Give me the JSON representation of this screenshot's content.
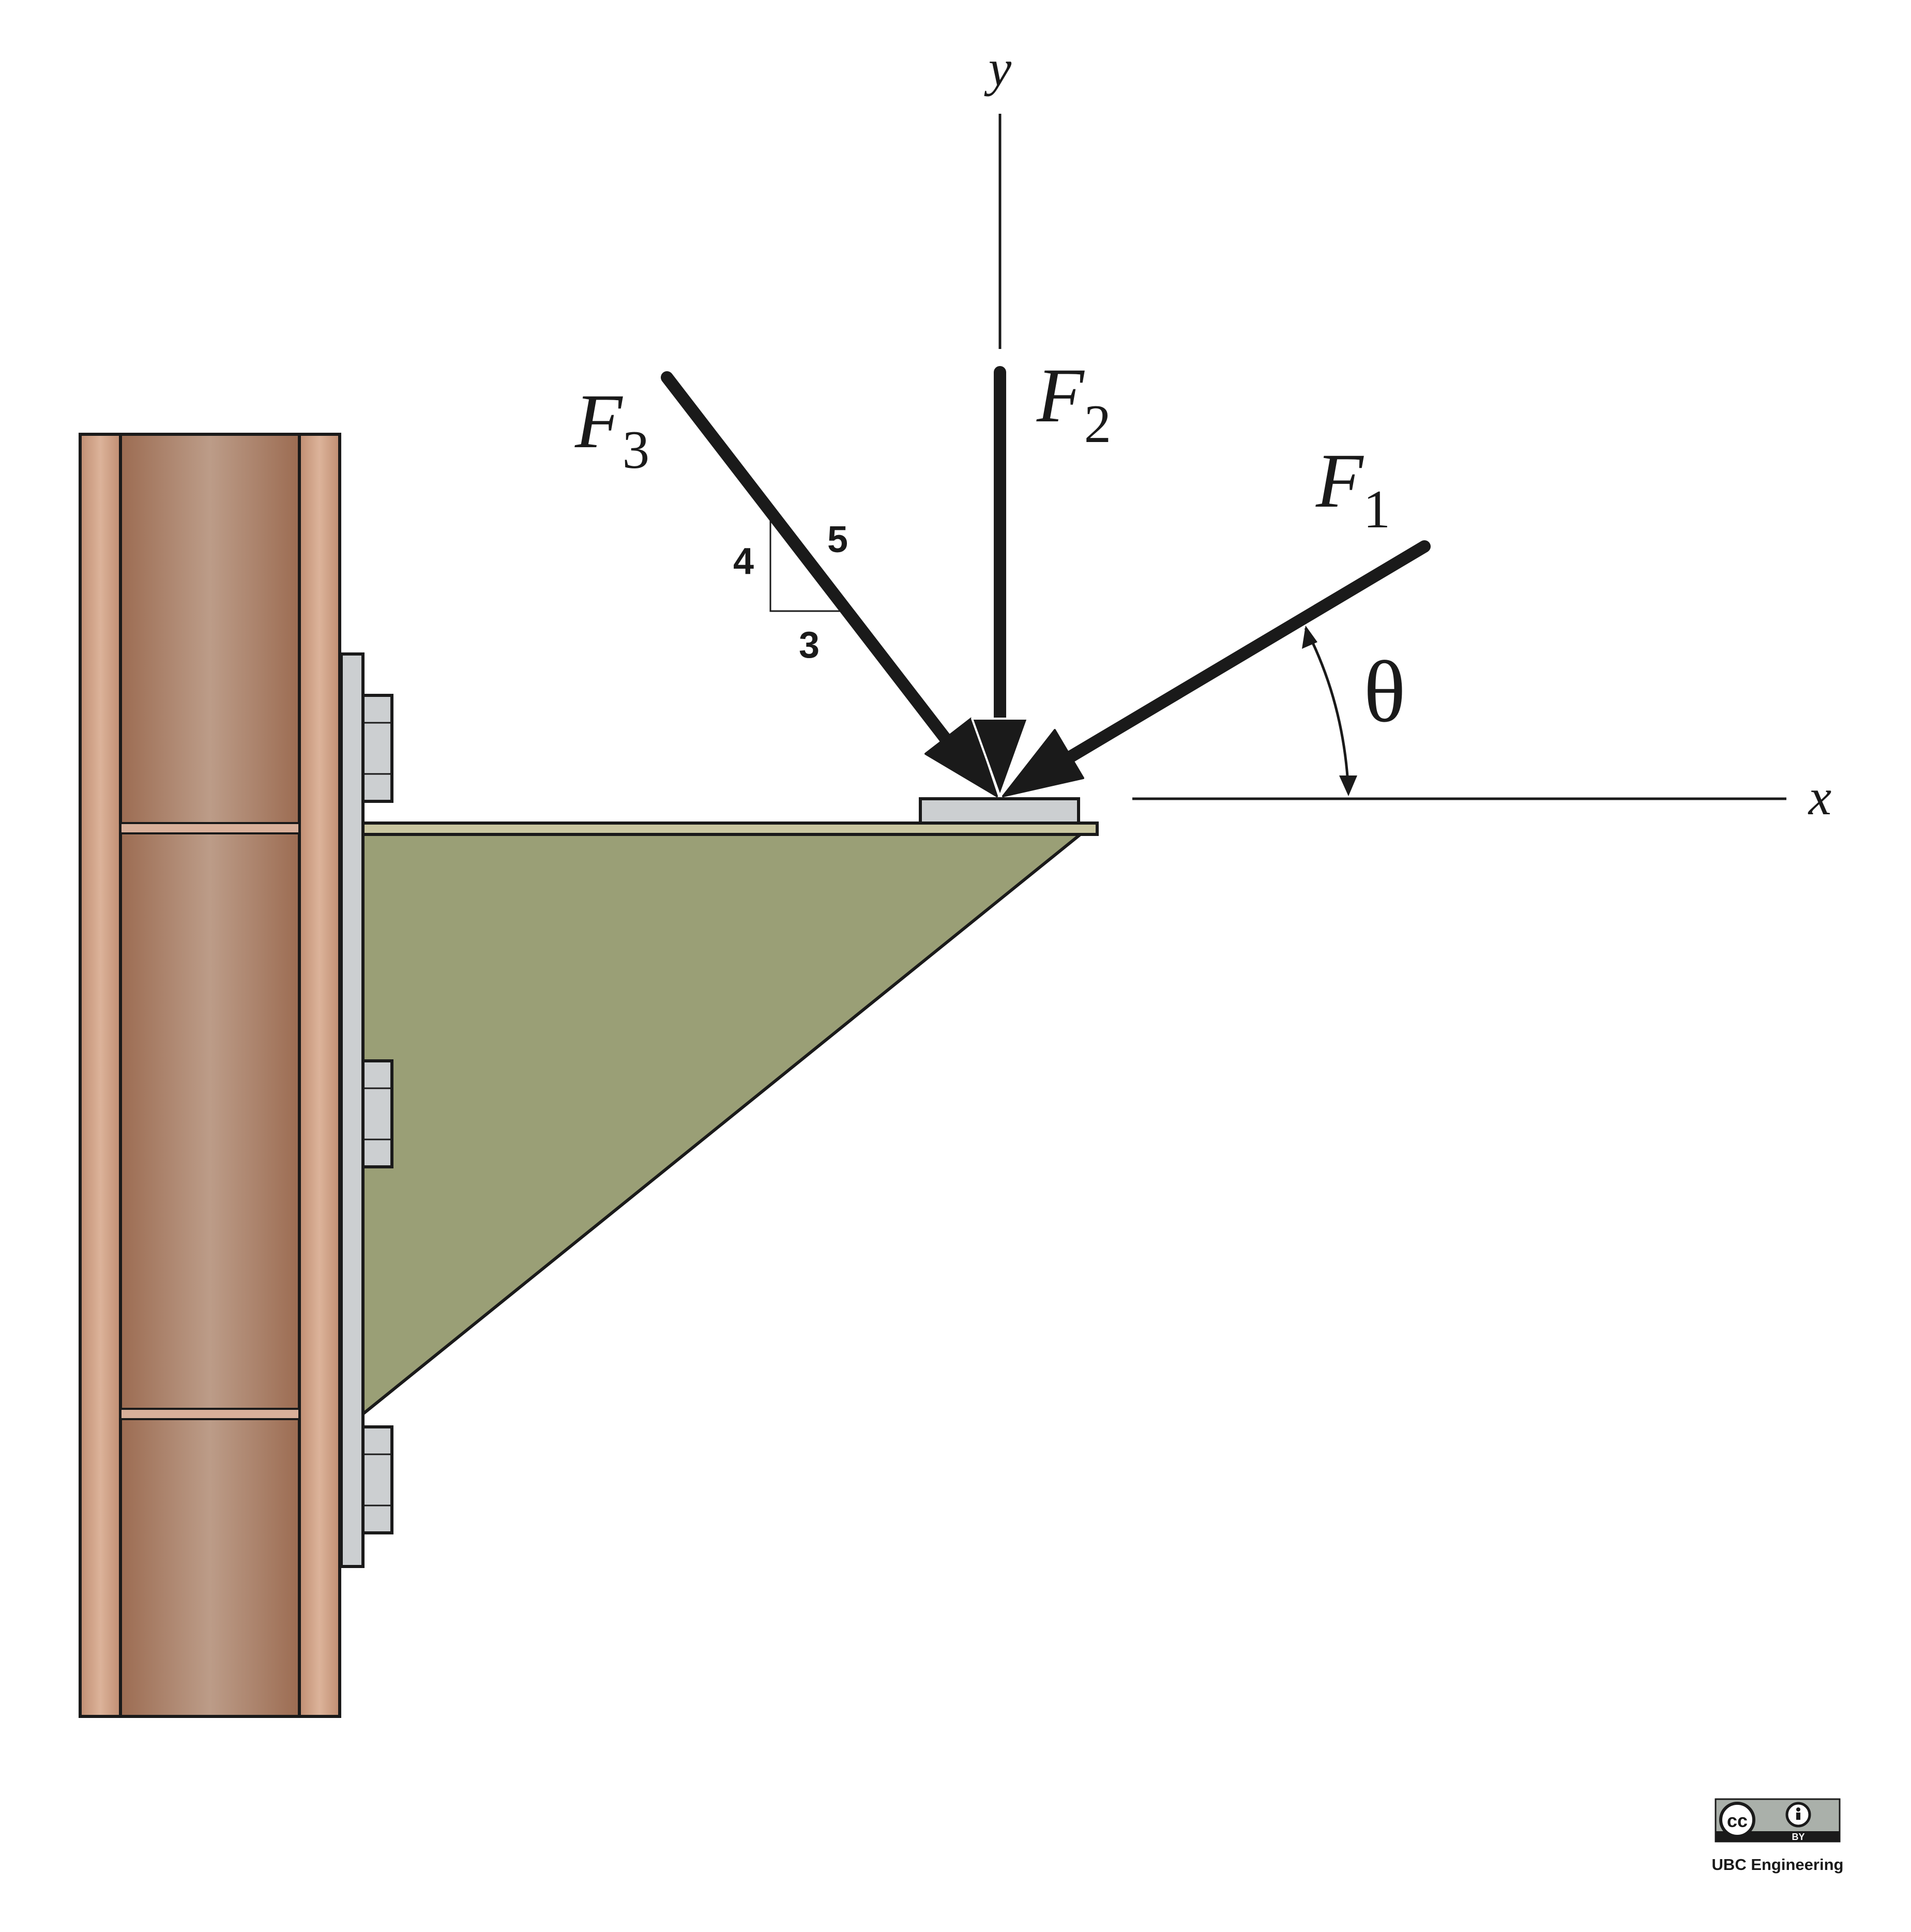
{
  "diagram": {
    "axes": {
      "x_label": "x",
      "y_label": "y"
    },
    "forces": [
      {
        "name": "F",
        "subscript": "1"
      },
      {
        "name": "F",
        "subscript": "2"
      },
      {
        "name": "F",
        "subscript": "3"
      }
    ],
    "angle_label": "θ",
    "slope_triangle": {
      "rise": "4",
      "run": "3",
      "hypotenuse": "5"
    },
    "license": {
      "cc": "cc",
      "by": "BY",
      "credit": "UBC Engineering"
    },
    "colors": {
      "column": "#b08068",
      "column_highlight": "#d4a58a",
      "plate": "#cccfd1",
      "bracket": "#9a9f76",
      "top_plate": "#c9c6a0",
      "ink": "#1a1a1a"
    }
  }
}
